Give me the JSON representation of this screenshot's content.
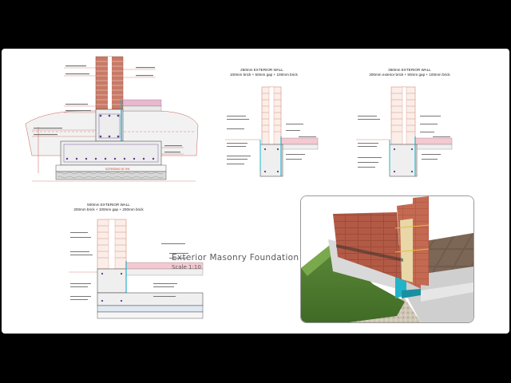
{
  "main_title": "Exterior Masonry Foundation Detail",
  "scale": "Scale 1:10",
  "details": [
    {
      "title": "250mm EXTERIOR WALL",
      "subtitle": "100mm brick + 50mm gap + 100mm brick"
    },
    {
      "title": "350mm EXTERIOR WALL",
      "subtitle": "200mm exterior brick + 50mm gap + 100mm brick"
    },
    {
      "title": "500mm EXTERIOR WALL",
      "subtitle": "200mm brick + 100mm gap + 200mm brick"
    }
  ],
  "colors": {
    "background": "#000000",
    "brick": "#c97a66",
    "mortar": "#f3e3dd",
    "concrete": "#e9e9e9",
    "insulation": "#e8b8cc",
    "waterproof": "#22b3c8",
    "rebar": "#5b3b8a",
    "gravel": "#d8d8d8"
  }
}
